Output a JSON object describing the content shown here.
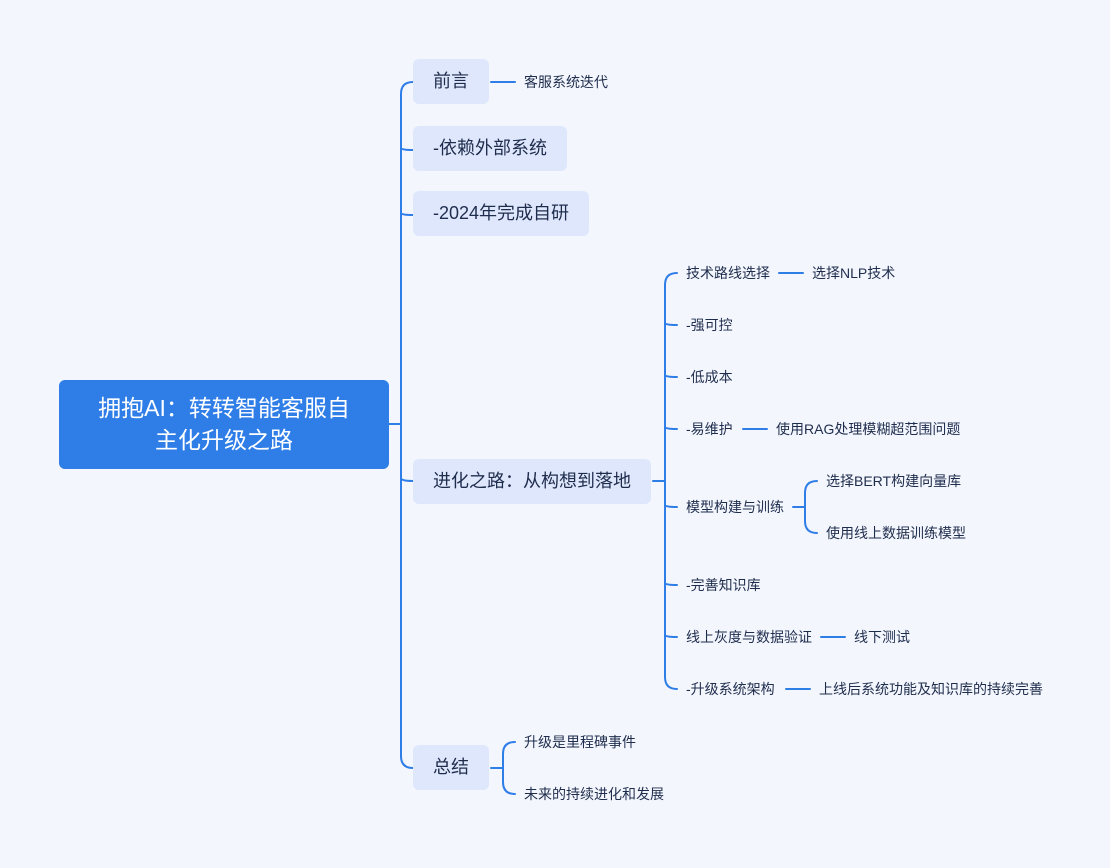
{
  "root": {
    "line1": "拥抱AI：转转智能客服自",
    "line2": "主化升级之路"
  },
  "branches": {
    "preface": {
      "label": "前言",
      "child": "客服系统迭代"
    },
    "rely": {
      "label": "-依赖外部系统"
    },
    "selfdev": {
      "label": "-2024年完成自研"
    },
    "evolution": {
      "label": "进化之路：从构想到落地",
      "items": {
        "tech": "技术路线选择",
        "tech_child": "选择NLP技术",
        "control": "-强可控",
        "cost": "-低成本",
        "maintain": "-易维护",
        "maintain_child": "使用RAG处理模糊超范围问题",
        "model": "模型构建与训练",
        "model_child1": "选择BERT构建向量库",
        "model_child2": "使用线上数据训练模型",
        "kb": "-完善知识库",
        "gray": "线上灰度与数据验证",
        "gray_child": "线下测试",
        "upgrade": "-升级系统架构",
        "upgrade_child": "上线后系统功能及知识库的持续完善"
      }
    },
    "summary": {
      "label": "总结",
      "child1": "升级是里程碑事件",
      "child2": "未来的持续进化和发展"
    }
  },
  "colors": {
    "background": "#f3f6fd",
    "root_fill": "#2f7ee8",
    "branch_fill": "#dfe7fc",
    "connector": "#2f7ee8",
    "text": "#1f2d4d"
  }
}
